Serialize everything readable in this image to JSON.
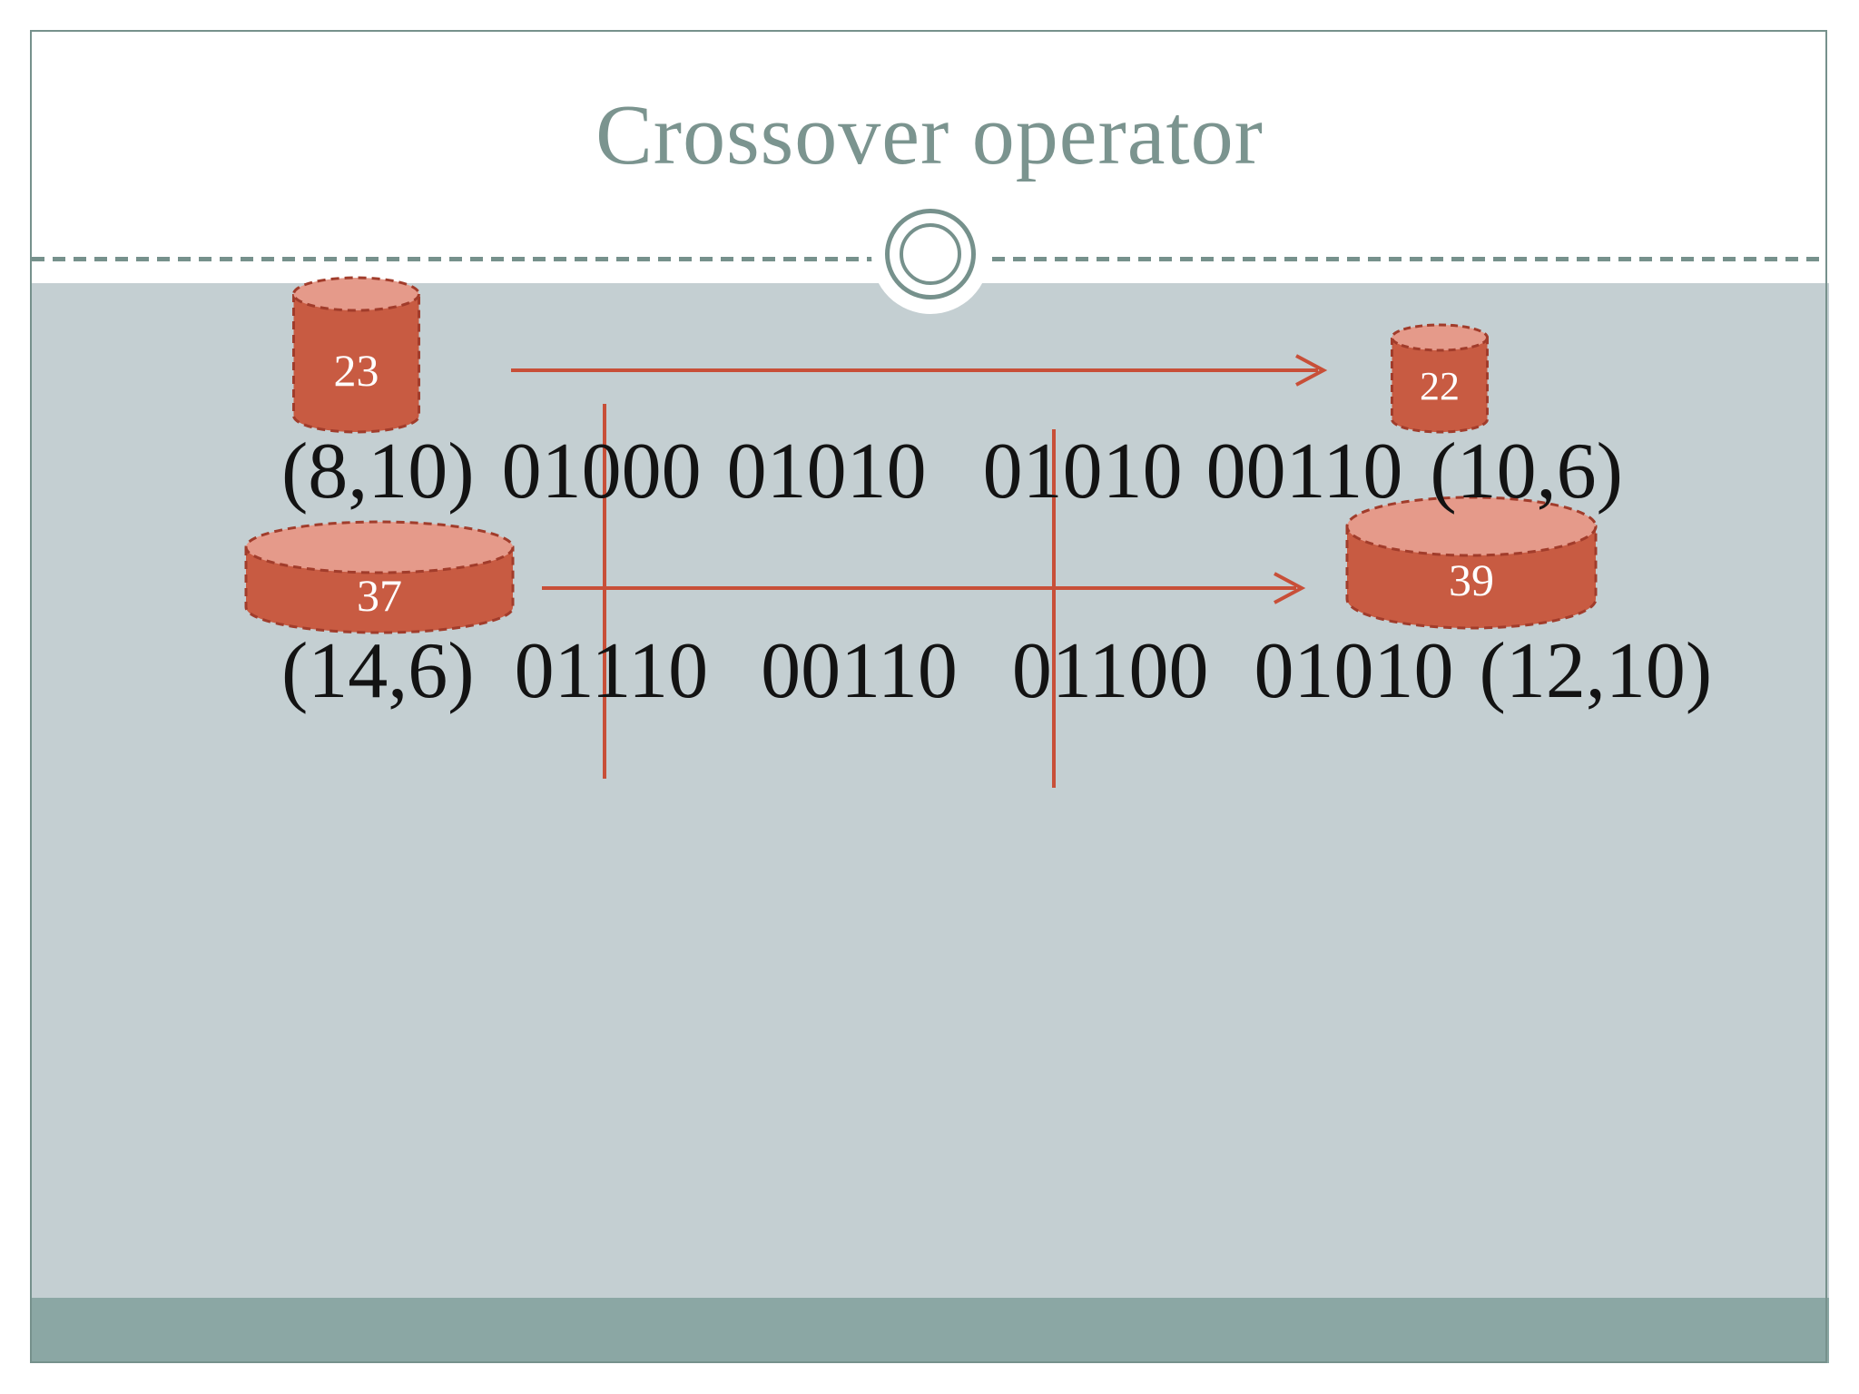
{
  "title": "Crossover operator",
  "rows": [
    {
      "left_pair": "(8,10)",
      "groups": [
        "01000",
        "01010",
        "01010",
        "00110"
      ],
      "right_pair": "(10,6)"
    },
    {
      "left_pair": "(14,6)",
      "groups": [
        "01110",
        "00110",
        "01100",
        "01010"
      ],
      "right_pair": "(12,10)"
    }
  ],
  "cylinders": [
    {
      "name": "parent-1",
      "value": "23"
    },
    {
      "name": "parent-2",
      "value": "37"
    },
    {
      "name": "offspring-1",
      "value": "22"
    },
    {
      "name": "offspring-2",
      "value": "39"
    }
  ],
  "colors": {
    "accent_teal": "#76918c",
    "panel_gray": "#c4cfd2",
    "bottom_bar": "#8ba7a4",
    "cylinder_body": "#c85b42",
    "cylinder_top": "#e59a8a",
    "cylinder_stroke": "#a13c2b",
    "arrow_red": "#c84f38",
    "text_black": "#131313"
  }
}
